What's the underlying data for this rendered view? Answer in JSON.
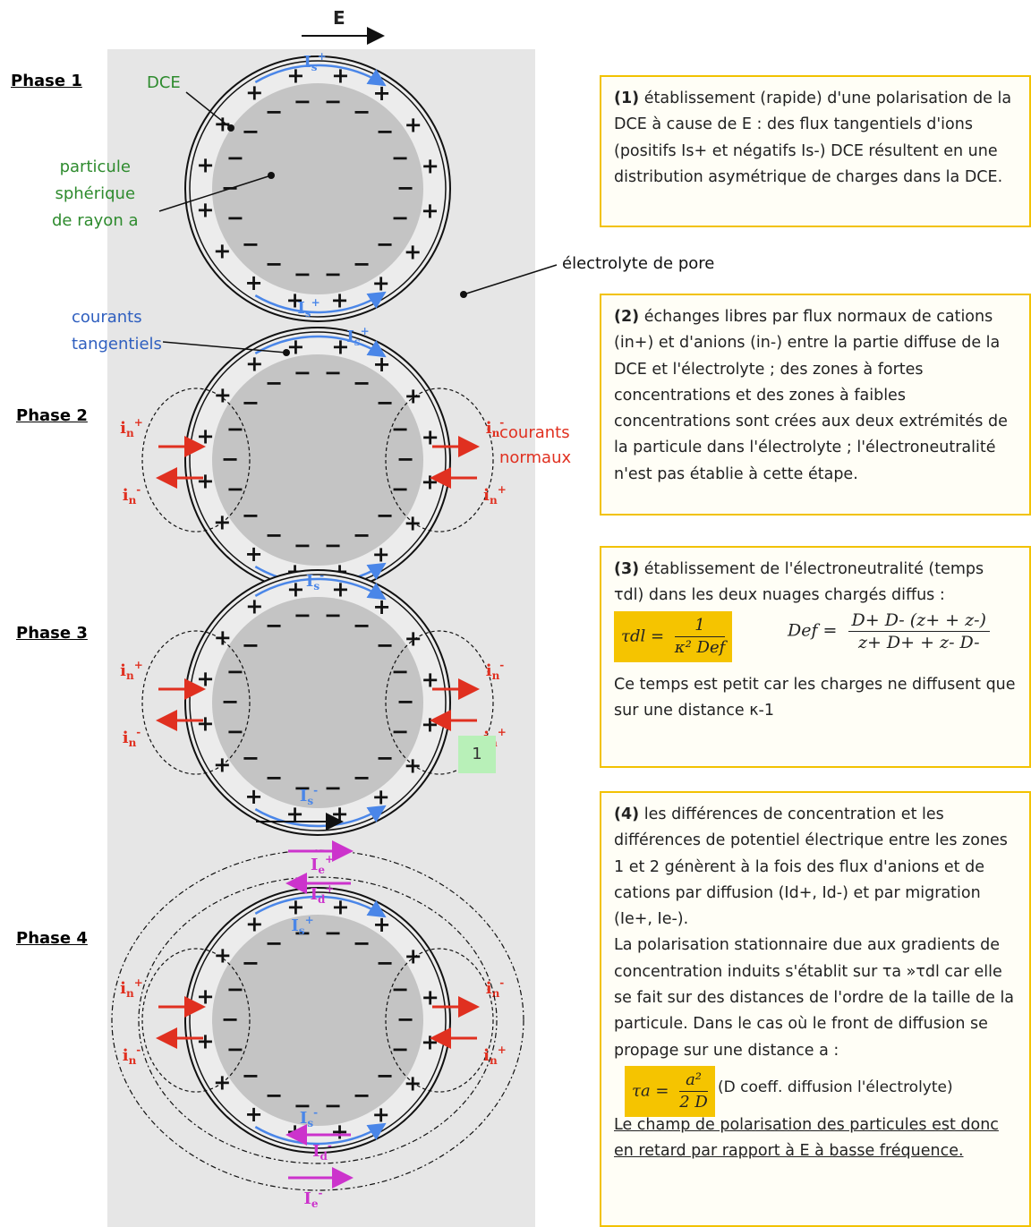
{
  "field": {
    "label": "E"
  },
  "phases": [
    {
      "label": "Phase 1"
    },
    {
      "label": "Phase 2"
    },
    {
      "label": "Phase 3"
    },
    {
      "label": "Phase 4"
    }
  ],
  "labels": {
    "dce": "DCE",
    "particle": [
      "particule",
      "sphérique",
      "de rayon a"
    ],
    "electrolyte": "électrolyte de pore",
    "tangential": [
      "courants",
      "tangentiels"
    ],
    "normal": [
      "courants",
      "normaux"
    ],
    "zone1": "1"
  },
  "currents": {
    "is_plus": "Is+",
    "is_minus": "Is-",
    "in_plus": "in+",
    "in_minus": "in-",
    "id": "Id",
    "ie": "Ie"
  },
  "boxes": {
    "b1": {
      "num": "(1)",
      "text": "établissement (rapide) d'une polarisation de la DCE à cause de E : des flux tangentiels d'ions (positifs Is+ et négatifs Is-) DCE résultent en une distribution asymétrique de charges dans la DCE."
    },
    "b2": {
      "num": "(2)",
      "text": "échanges libres par flux normaux de cations (in+) et d'anions (in-) entre la partie diffuse de la DCE et l'électrolyte ; des zones à fortes concentrations et des zones à faibles concentrations sont crées aux deux extrémités de la particule dans l'électrolyte ; l'électroneutralité n'est pas établie à cette étape."
    },
    "b3": {
      "num": "(3)",
      "text": "établissement de l'électroneutralité (temps τdl) dans les deux nuages chargés diffus :",
      "tau_lhs": "τdl =",
      "tau_num": "1",
      "tau_den": "κ² Def",
      "d_lhs": "Def =",
      "d_num": "D+ D- (z+ + z-)",
      "d_den": "z+ D+ + z- D-",
      "after": "Ce temps est petit car les charges ne diffusent que sur une distance κ-1"
    },
    "b4": {
      "num": "(4)",
      "text": "les différences de concentration et les différences de potentiel électrique entre les zones 1 et 2 génèrent à la fois des flux d'anions et de cations par diffusion (Id+, Id-) et par migration (Ie+, Ie-).",
      "text2": "La polarisation stationnaire due aux gradients de concentration induits s'établit sur τa »τdl car elle se fait sur des distances de l'ordre de la taille de la particule. Dans le cas où le front de diffusion se propage sur une distance a :",
      "tau_lhs": "τa =",
      "tau_num": "a²",
      "tau_den": "2 D",
      "tau_note": "(D coeff. diffusion l'électrolyte)",
      "conclusion": "Le champ de polarisation des particules est donc en retard par rapport à E à basse fréquence."
    }
  },
  "colors": {
    "background_panel": "#e6e6e6",
    "particle": "#c4c4c4",
    "tangential": "#4a86e8",
    "normal": "#e03020",
    "diffusion": "#cc33cc",
    "box_border": "#f2c200",
    "formula_bg": "#f5c400",
    "zone_label_bg": "#b8f0b8"
  }
}
